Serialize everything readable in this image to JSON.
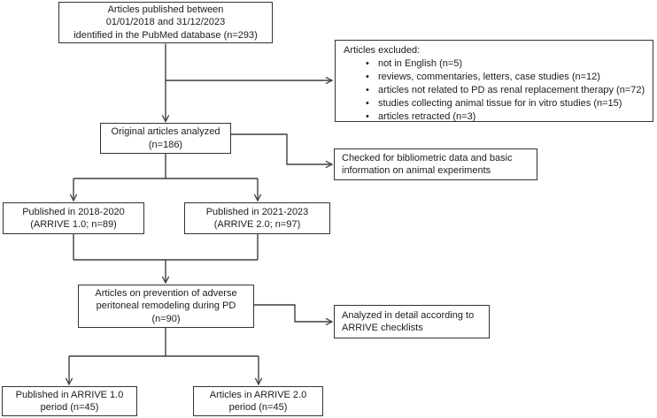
{
  "flowchart": {
    "pubmed": {
      "line1": "Articles published between",
      "line2": "01/01/2018 and 31/12/2023",
      "line3": "identified in the PubMed database (n=293)"
    },
    "excluded": {
      "title": "Articles excluded:",
      "bullet_glyph": "•",
      "bullets": [
        "not in English (n=5)",
        "reviews, commentaries, letters, case studies (n=12)",
        "articles not related to PD as renal replacement therapy (n=72)",
        "studies collecting animal tissue for in vitro studies (n=15)",
        "articles retracted (n=3)"
      ]
    },
    "original": {
      "line1": "Original articles analyzed",
      "line2": "(n=186)"
    },
    "checked": {
      "line1": "Checked for bibliometric data and basic",
      "line2": "information on animal experiments"
    },
    "period1": {
      "line1": "Published in 2018-2020",
      "line2": "(ARRIVE 1.0; n=89)"
    },
    "period2": {
      "line1": "Published in 2021-2023",
      "line2": "(ARRIVE 2.0; n=97)"
    },
    "prevention": {
      "line1": "Articles on prevention of adverse",
      "line2": "peritoneal remodeling during PD",
      "line3": "(n=90)"
    },
    "analyzed": {
      "line1": "Analyzed in detail according to",
      "line2": "ARRIVE checklists"
    },
    "arrive1": {
      "line1": "Published in ARRIVE 1.0",
      "line2": "period (n=45)"
    },
    "arrive2": {
      "line1": "Articles in ARRIVE 2.0",
      "line2": "period (n=45)"
    }
  },
  "colors": {
    "line": "#3f3f3f",
    "border": "#333333",
    "text": "#1c1c1c",
    "background": "#ffffff"
  }
}
